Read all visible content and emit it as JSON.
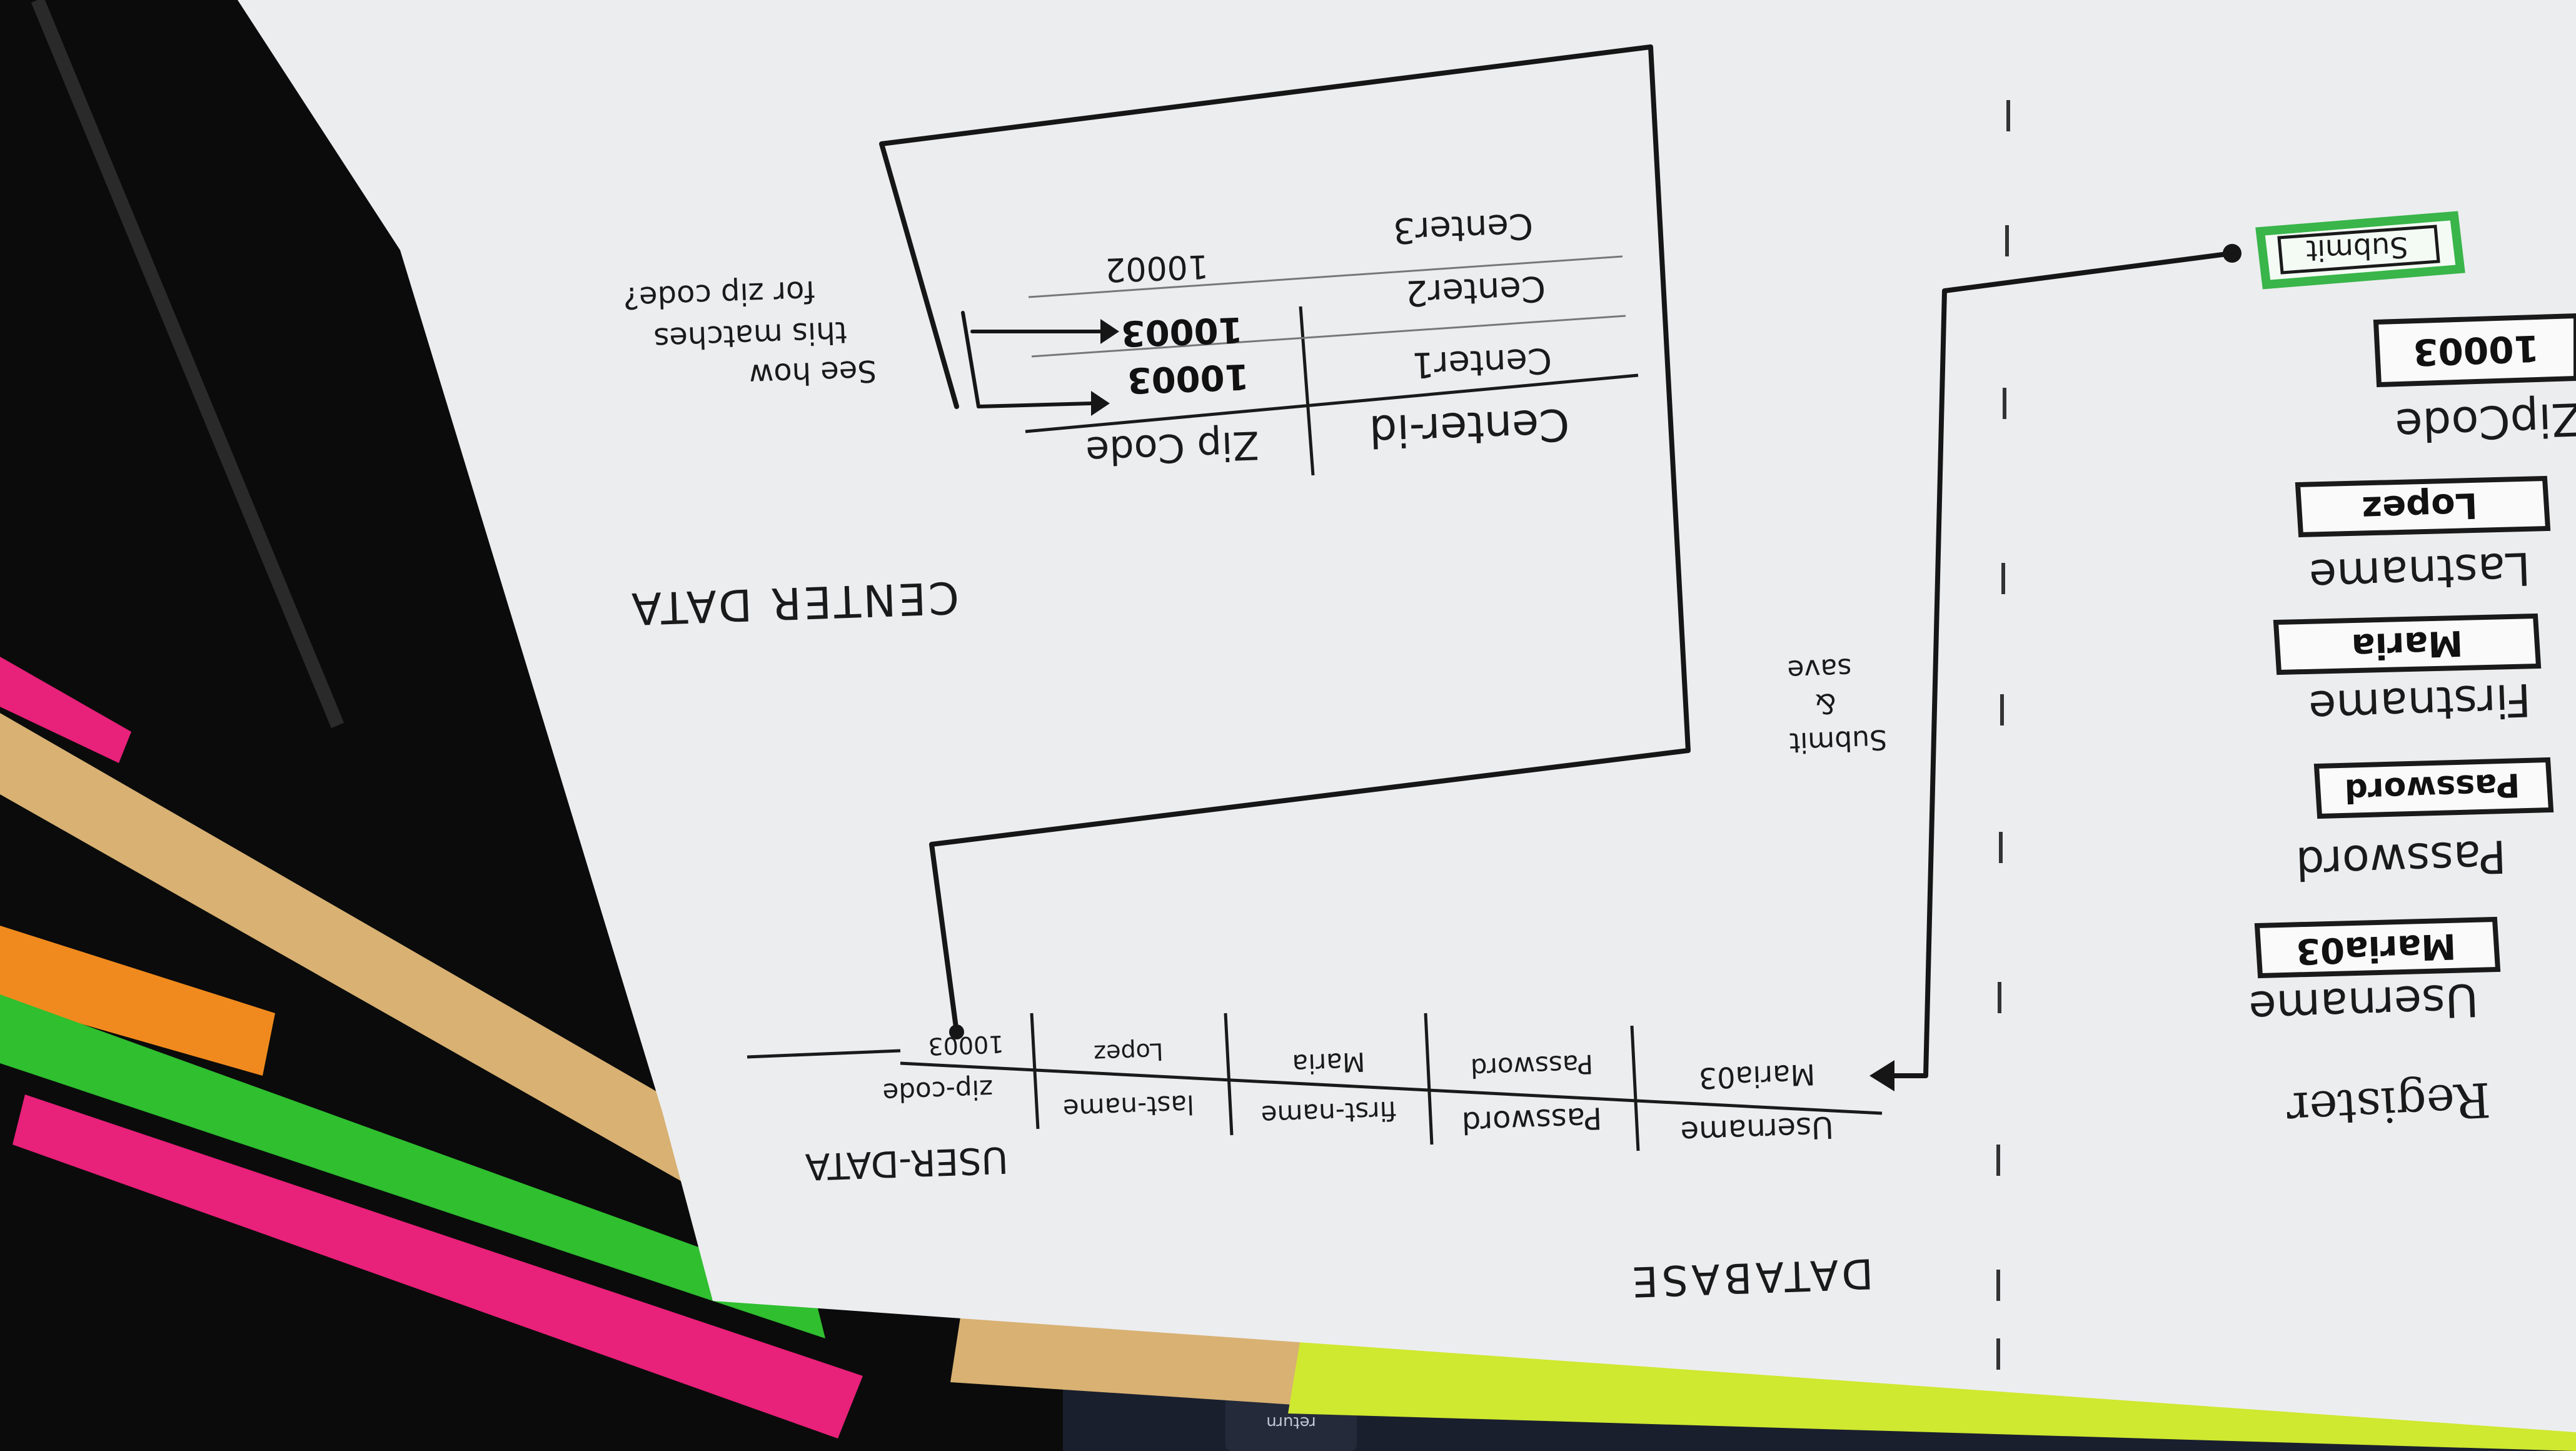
{
  "register_form": {
    "heading": "Register",
    "fields": [
      {
        "label": "Username",
        "value": "Maria03"
      },
      {
        "label": "Password",
        "value": "Password"
      },
      {
        "label": "Firstname",
        "value": "Maria"
      },
      {
        "label": "Lastname",
        "value": "Lopez"
      },
      {
        "label": "ZipCode",
        "value": "10003"
      }
    ],
    "submit_label": "Submit"
  },
  "database": {
    "title": "DATABASE",
    "user_data": {
      "title": "USER-DATA",
      "columns": [
        "Username",
        "Password",
        "first-name",
        "last-name",
        "zip-code"
      ],
      "row": [
        "Maria03",
        "Password",
        "Maria",
        "Lopez",
        "10003"
      ]
    },
    "annotation_submit_save": [
      "Submit",
      "&",
      "save"
    ],
    "center_data": {
      "title": "CENTER DATA",
      "columns": [
        "Center-id",
        "Zip Code"
      ],
      "rows": [
        [
          "Center1",
          "10003"
        ],
        [
          "Center2",
          "10003"
        ],
        [
          "Center3",
          "10002"
        ]
      ]
    },
    "note": [
      "See how",
      "this matches",
      "for zip code?"
    ]
  },
  "keyboard_key": "return",
  "colors": {
    "paper": "#ecedef",
    "ink": "#161616",
    "submit_green": "#39b54a",
    "ruler": "#d8b173",
    "highlighter_pink": "#e8217a",
    "highlighter_green": "#2fbf2f",
    "highlighter_orange": "#f08a1e",
    "highlighter_yellow": "#d9f23a"
  }
}
